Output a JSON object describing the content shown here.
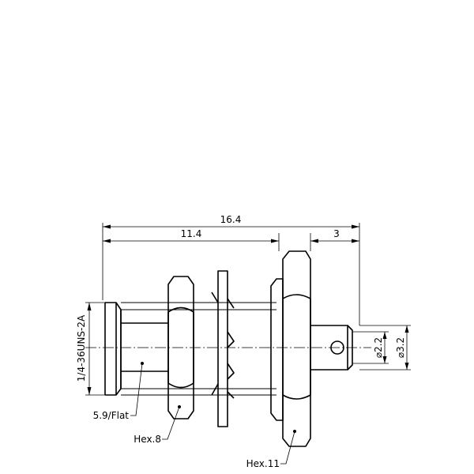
{
  "dimensions": {
    "overall_length": "16.4",
    "body_length": "11.4",
    "pin_length": "3",
    "pin_diameter": "⌀2.2",
    "shoulder_diameter": "⌀3.2",
    "thread_spec": "1/4-36UNS-2A"
  },
  "callouts": {
    "flat": "5.9/Flat",
    "small_hex": "Hex.8",
    "large_hex": "Hex.11"
  }
}
